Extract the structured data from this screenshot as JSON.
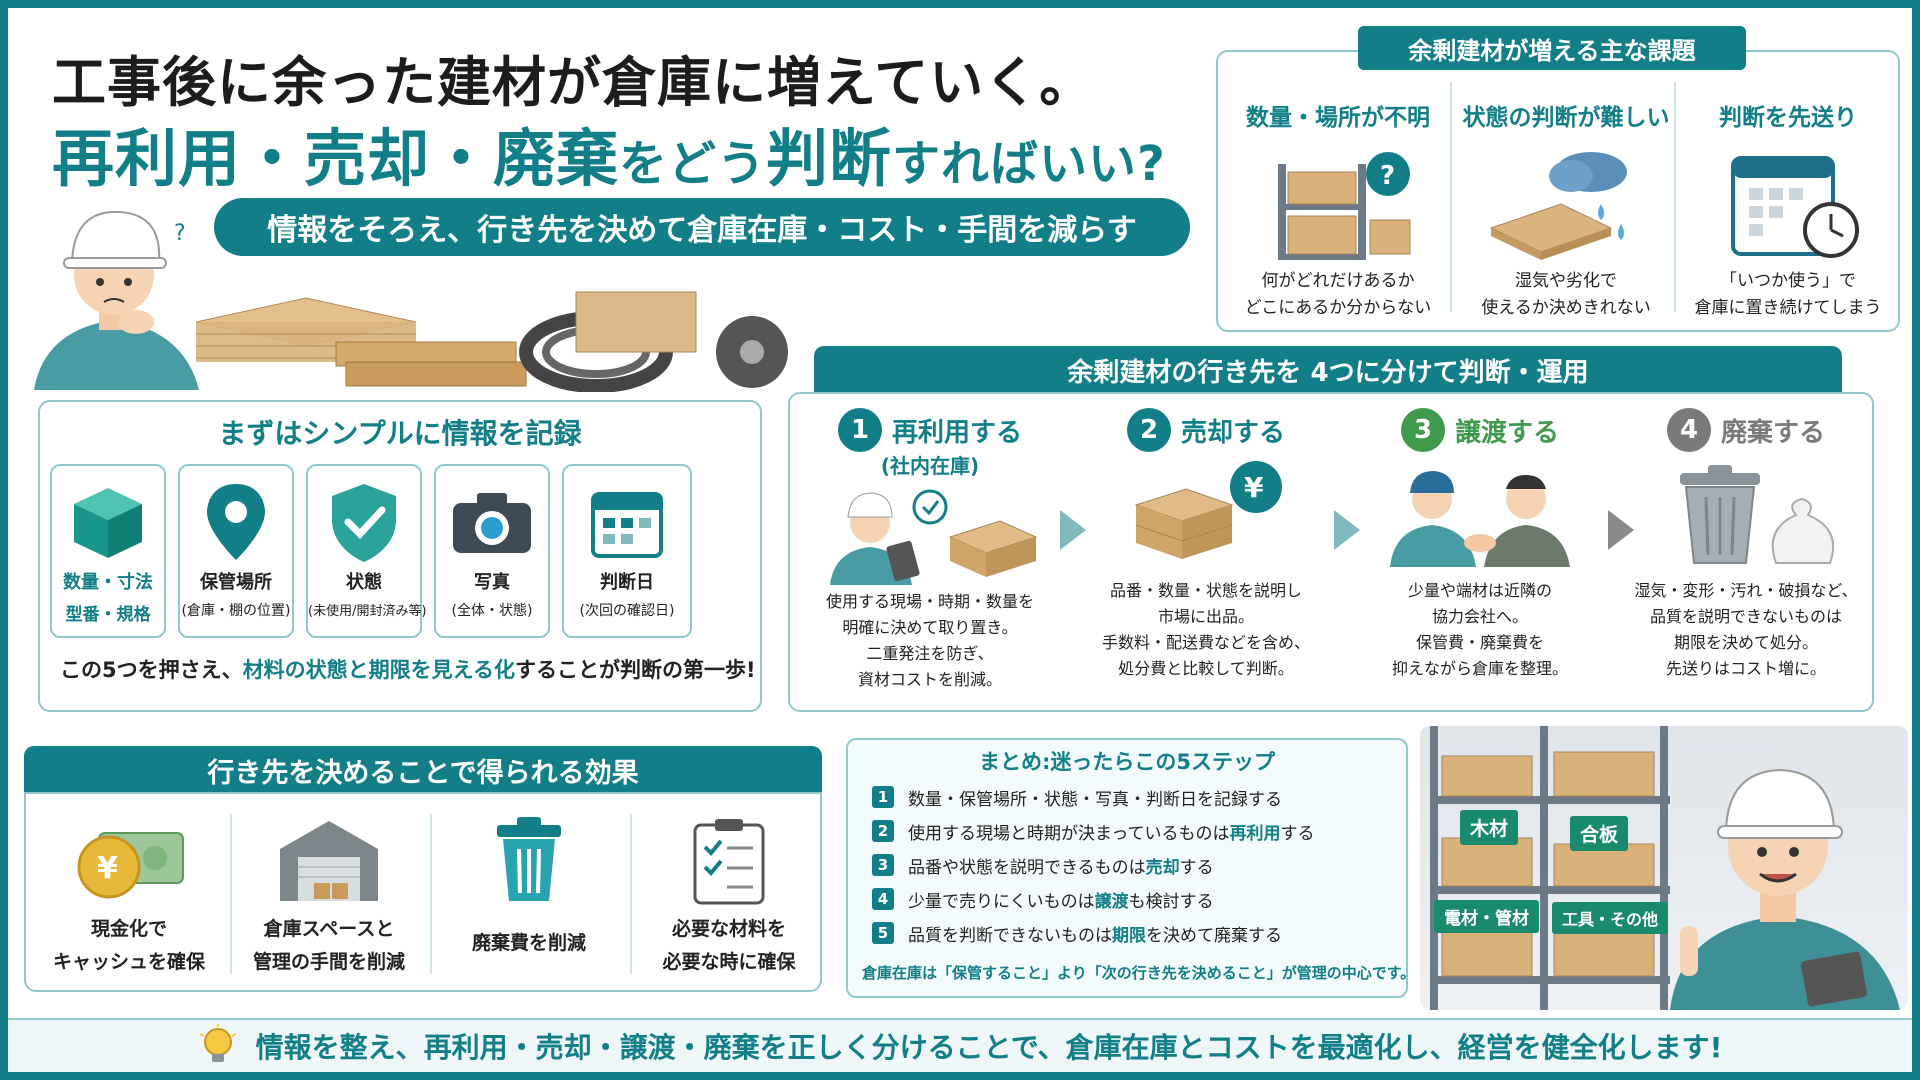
{
  "title": {
    "line1": "工事後に余った建材が倉庫に増えていく。",
    "line2a": "再利用・売却・廃棄",
    "line2b": "をどう",
    "line2c": "判断",
    "line2d": "すればいい?",
    "subtitle": "情報をそろえ、行き先を決めて倉庫在庫・コスト・手間を減らす"
  },
  "issues": {
    "header": "余剰建材が増える主な課題",
    "items": [
      {
        "title": "数量・場所が不明",
        "line1": "何がどれだけあるか",
        "line2": "どこにあるか分からない",
        "icon": "shelf-question-icon"
      },
      {
        "title": "状態の判断が難しい",
        "line1": "湿気や劣化で",
        "line2": "使えるか決めきれない",
        "icon": "wet-board-icon"
      },
      {
        "title": "判断を先送り",
        "line1": "「いつか使う」で",
        "line2": "倉庫に置き続けてしまう",
        "icon": "calendar-clock-icon"
      }
    ]
  },
  "record": {
    "header": "まずはシンプルに情報を記録",
    "cards": [
      {
        "l1": "数量・寸法",
        "l2": "型番・規格",
        "icon": "cube-icon"
      },
      {
        "l1": "保管場所",
        "l2": "(倉庫・棚の位置)",
        "icon": "map-pin-icon"
      },
      {
        "l1": "状態",
        "l2": "(未使用/開封済み等)",
        "icon": "shield-check-icon"
      },
      {
        "l1": "写真",
        "l2": "(全体・状態)",
        "icon": "camera-icon"
      },
      {
        "l1": "判断日",
        "l2": "(次回の確認日)",
        "icon": "calendar-icon"
      }
    ],
    "foot_a": "この5つを押さえ、",
    "foot_b": "材料の状態と期限を見える化",
    "foot_c": "することが判断の第一歩!"
  },
  "destinations": {
    "header": "余剰建材の行き先を 4つに分けて判断・運用",
    "items": [
      {
        "num": "1",
        "name": "再利用する",
        "sub": "(社内在庫)",
        "color": "#127f88",
        "d1": "使用する現場・時期・数量を",
        "d2": "明確に決めて取り置き。",
        "d3": "二重発注を防ぎ、",
        "d4": "資材コストを削減。"
      },
      {
        "num": "2",
        "name": "売却する",
        "sub": "",
        "color": "#127f88",
        "d1": "品番・数量・状態を説明し",
        "d2": "市場に出品。",
        "d3": "手数料・配送費などを含め、",
        "d4": "処分費と比較して判断。"
      },
      {
        "num": "3",
        "name": "譲渡する",
        "sub": "",
        "color": "#3f9a4c",
        "d1": "少量や端材は近隣の",
        "d2": "協力会社へ。",
        "d3": "保管費・廃棄費を",
        "d4": "抑えながら倉庫を整理。"
      },
      {
        "num": "4",
        "name": "廃棄する",
        "sub": "",
        "color": "#7a7a7a",
        "d1": "湿気・変形・汚れ・破損など、",
        "d2": "品質を説明できないものは",
        "d3": "期限を決めて処分。",
        "d4": "先送りはコスト増に。"
      }
    ]
  },
  "effects": {
    "header": "行き先を決めることで得られる効果",
    "items": [
      {
        "l1": "現金化で",
        "l2": "キャッシュを確保",
        "icon": "yen-cash-icon"
      },
      {
        "l1": "倉庫スペースと",
        "l2": "管理の手間を削減",
        "icon": "warehouse-icon"
      },
      {
        "l1": "廃棄費を削減",
        "l2": "",
        "icon": "trash-can-icon"
      },
      {
        "l1": "必要な材料を",
        "l2": "必要な時に確保",
        "icon": "checklist-icon"
      }
    ]
  },
  "summary": {
    "header": "まとめ:迷ったらこの5ステップ",
    "steps": [
      {
        "n": "1",
        "a": "数量・保管場所・状態・写真・判断日を記録する",
        "b": "",
        "c": ""
      },
      {
        "n": "2",
        "a": "使用する現場と時期が決まっているものは",
        "b": "再利用",
        "c": "する"
      },
      {
        "n": "3",
        "a": "品番や状態を説明できるものは",
        "b": "売却",
        "c": "する"
      },
      {
        "n": "4",
        "a": "少量で売りにくいものは",
        "b": "譲渡",
        "c": "も検討する"
      },
      {
        "n": "5",
        "a": "品質を判断できないものは",
        "b": "期限",
        "c": "を決めて廃棄する"
      }
    ],
    "foot": "倉庫在庫は「保管すること」より「次の行き先を決めること」が管理の中心です。"
  },
  "scene": {
    "signs": [
      "木材",
      "合板",
      "電材・管材",
      "工具・その他"
    ]
  },
  "footer": {
    "text": "情報を整え、再利用・売却・譲渡・廃棄を正しく分けることで、倉庫在庫とコストを最適化し、経営を健全化します!",
    "icon": "lightbulb-icon"
  },
  "colors": {
    "teal": "#127f88",
    "green": "#3f9a4c",
    "gray": "#7a7a7a"
  }
}
